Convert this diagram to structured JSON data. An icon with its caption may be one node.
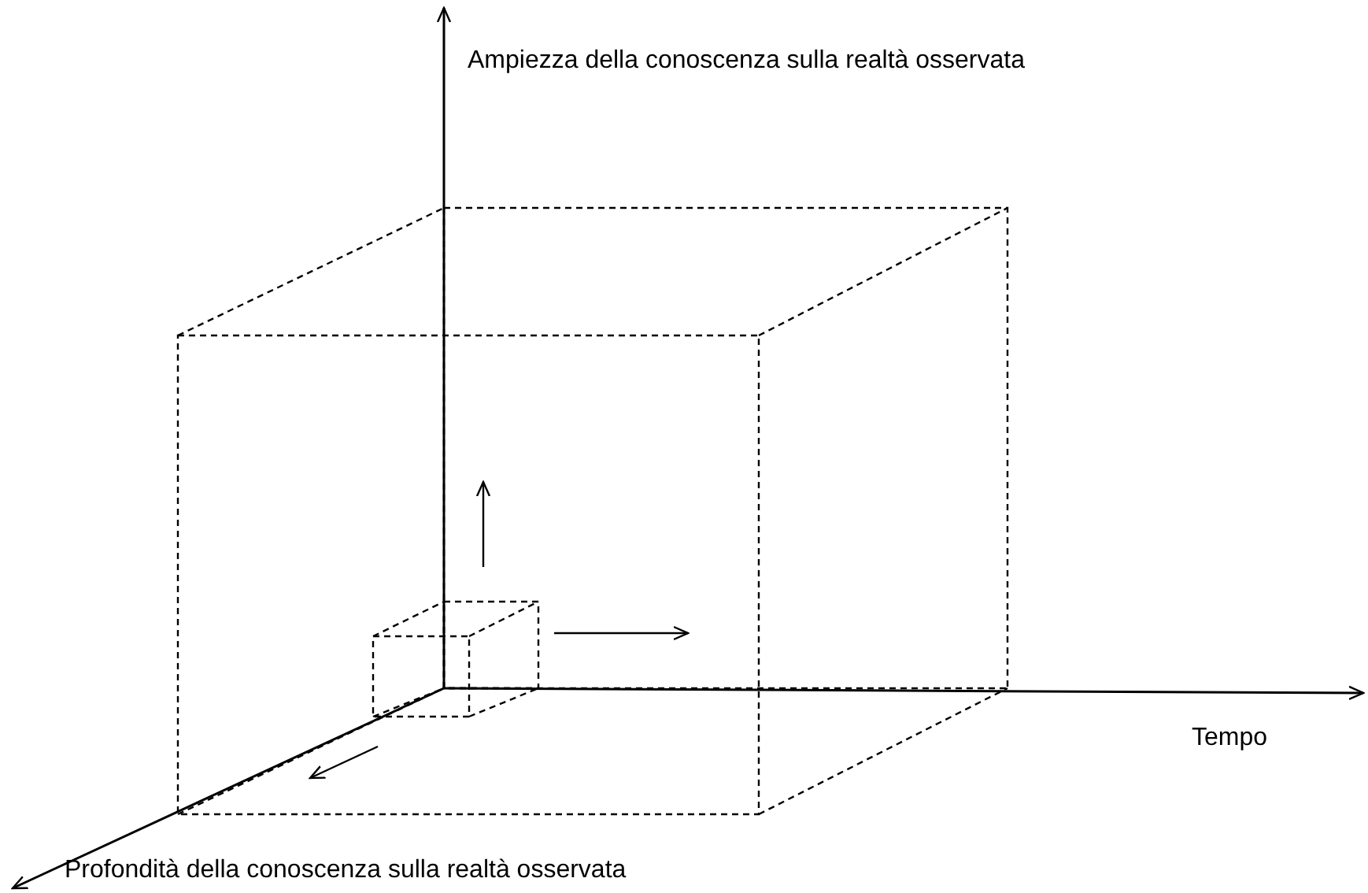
{
  "diagram": {
    "labels": [
      "Ampiezza della conoscenza sulla realtà osservata",
      "Tempo",
      "Profondità della conoscenza sulla realtà osservata"
    ]
  }
}
